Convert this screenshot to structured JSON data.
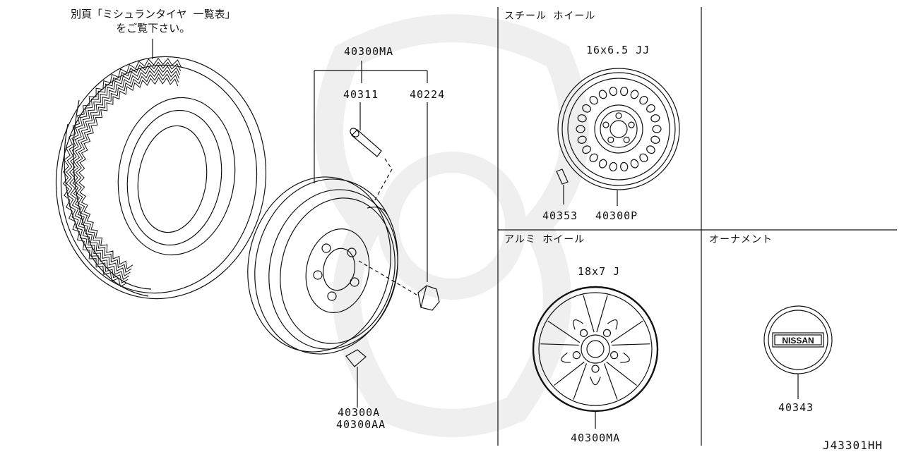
{
  "note": {
    "line1": "別頁「ミシュランタイヤ 一覧表」",
    "line2": "をご覧下さい。"
  },
  "sections": {
    "steel_wheel": "スチール ホイール",
    "alloy_wheel": "アルミ ホイール",
    "ornament": "オーナメント"
  },
  "sizes": {
    "steel": "16x6.5 JJ",
    "alloy": "18x7 J"
  },
  "parts": {
    "assembly_main": "40300MA",
    "valve": "40311",
    "nut": "40224",
    "weight_a": "40300A",
    "weight_aa": "40300AA",
    "steel_weight": "40353",
    "steel_wheel": "40300P",
    "alloy_wheel": "40300MA",
    "ornament": "40343"
  },
  "logo_text": "NISSAN",
  "diagram_id": "J43301HH"
}
